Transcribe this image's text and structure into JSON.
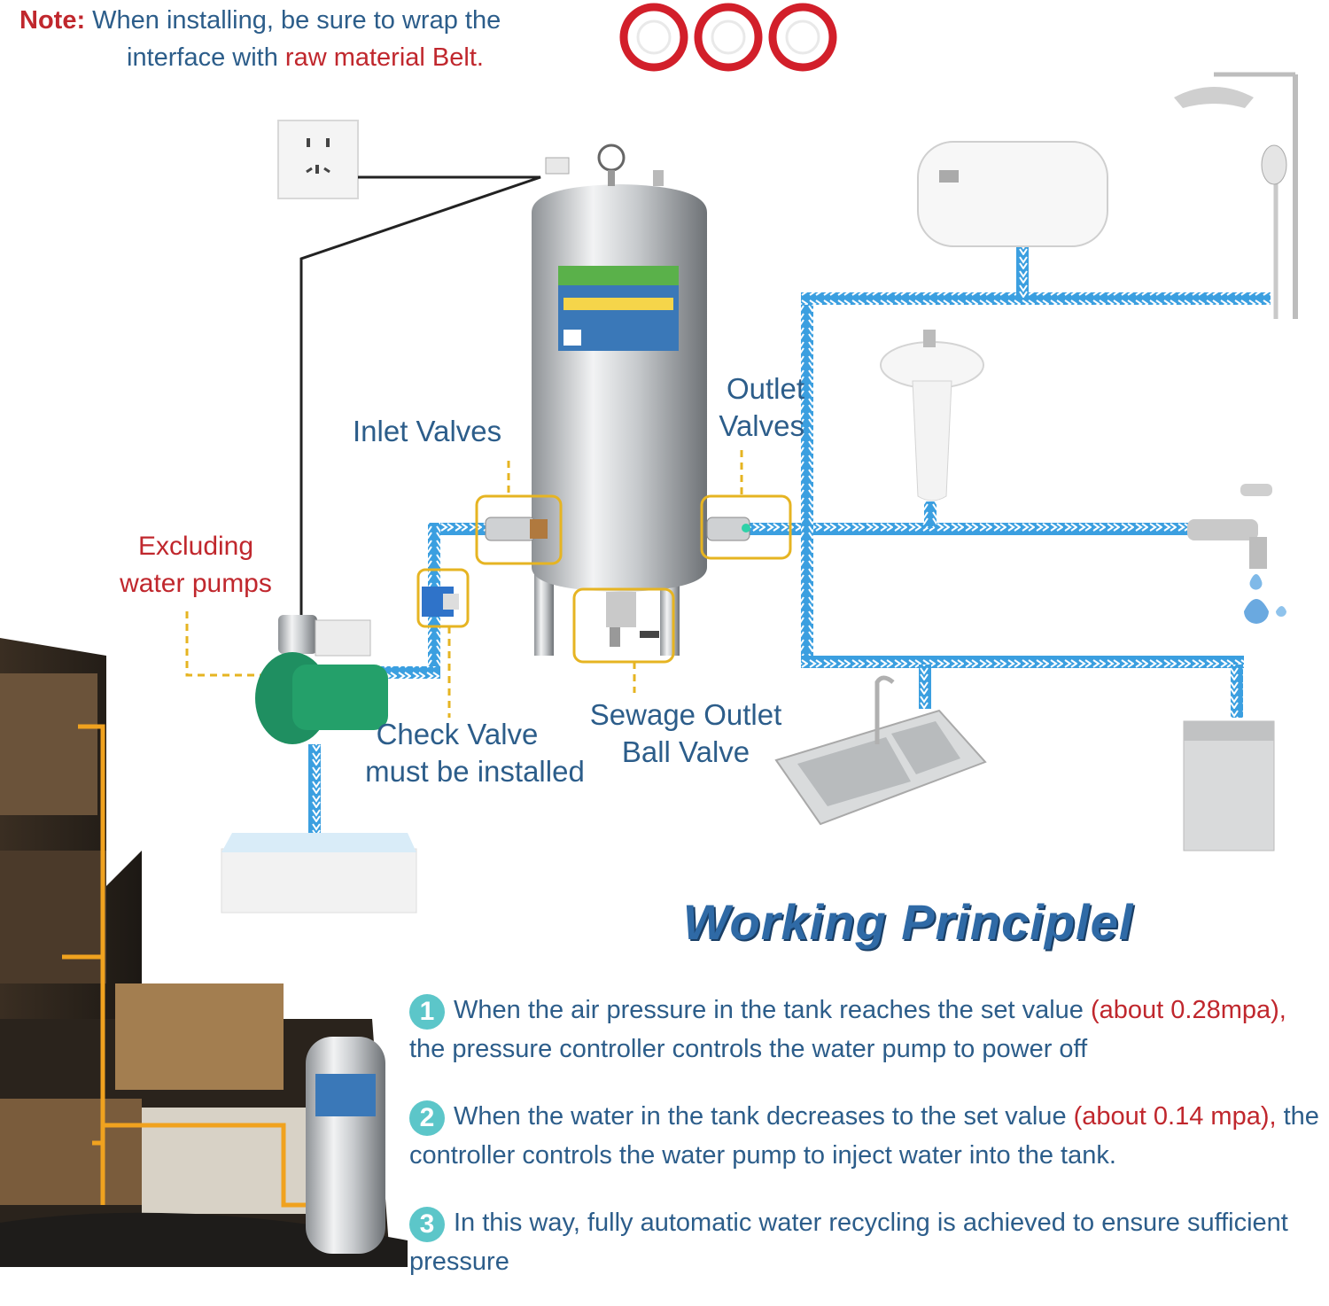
{
  "note": {
    "prefix": "Note:",
    "line1": "When installing, be sure to wrap the",
    "line2_a": "interface with ",
    "line2_red": "raw material Belt",
    "line2_end": "."
  },
  "labels": {
    "inlet_valves": "Inlet Valves",
    "outlet_1": "Outlet",
    "outlet_2": "Valves",
    "excluding_1": "Excluding",
    "excluding_2": "water pumps",
    "check_1": "Check Valve",
    "check_2": "must be installed",
    "sewage_1": "Sewage Outlet",
    "sewage_2": "Ball Valve"
  },
  "title": "Working Principlel",
  "steps": [
    {
      "num": "1",
      "text_a": "When the air pressure in the tank reaches the set value ",
      "red": "(about 0.28mpa),",
      "text_b": " the pressure controller controls the water pump to power off"
    },
    {
      "num": "2",
      "text_a": "When the water in the tank decreases to the set value ",
      "red": "(about 0.14 mpa),",
      "text_b": " the controller controls the water pump to inject water into the tank."
    },
    {
      "num": "3",
      "text_a": "In this way, fully automatic water recycling is achieved to ensure sufficient pressure"
    }
  ],
  "colors": {
    "text_blue": "#2c5d8a",
    "accent_red": "#c0272d",
    "pipe_blue": "#3b9fe0",
    "callout_gold": "#e6b422",
    "badge_teal": "#5cc6c9"
  }
}
